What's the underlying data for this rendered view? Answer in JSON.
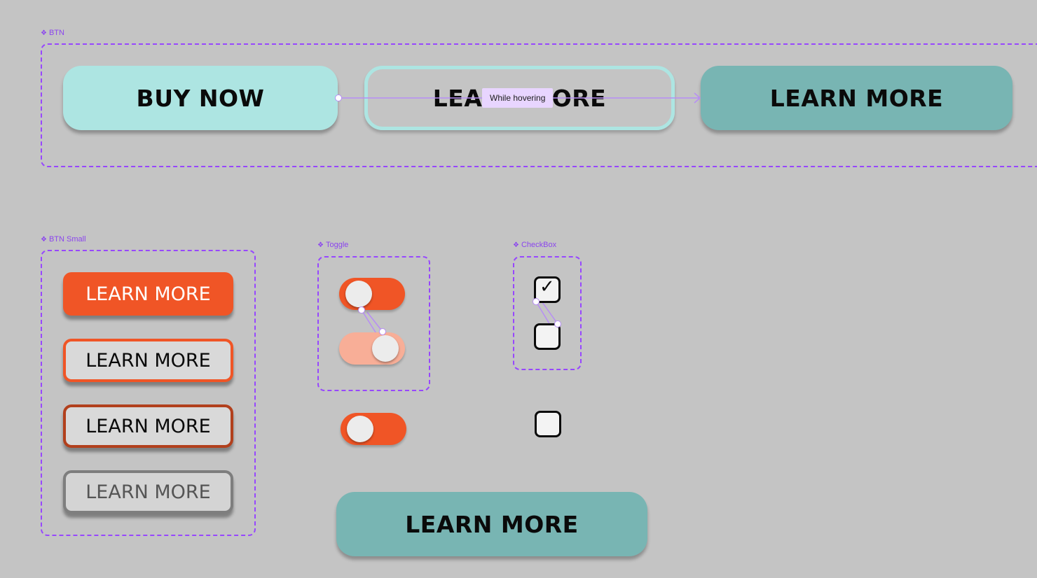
{
  "frames": {
    "btn": {
      "label": "BTN"
    },
    "btn_small": {
      "label": "BTN Small"
    },
    "toggle": {
      "label": "Toggle"
    },
    "checkbox": {
      "label": "CheckBox"
    }
  },
  "component_icon": "❖",
  "btn_variants": {
    "default_label": "BUY NOW",
    "hover_label": "LEARN MORE",
    "pressed_label": "LEARN MORE"
  },
  "prototype": {
    "interaction_label": "While hovering"
  },
  "btn_small_variants": [
    {
      "label": "LEARN MORE",
      "state": "default"
    },
    {
      "label": "LEARN MORE",
      "state": "outlined"
    },
    {
      "label": "LEARN MORE",
      "state": "pressed"
    },
    {
      "label": "LEARN MORE",
      "state": "disabled"
    }
  ],
  "standalone_button": {
    "label": "LEARN MORE"
  },
  "toggles": [
    {
      "state": "off"
    },
    {
      "state": "on"
    }
  ],
  "checkboxes": [
    {
      "state": "checked",
      "mark": "✓"
    },
    {
      "state": "unchecked"
    }
  ],
  "colors": {
    "canvas": "#c4c4c4",
    "frame_border": "#9747ff",
    "light_teal": "#ade5e2",
    "dark_teal": "#78b5b3",
    "orange": "#f05526",
    "orange_light": "#f8ae97",
    "dark_orange": "#b2401d",
    "disabled_gray": "#7e7e7e",
    "prototype_tag": "#e8d5ff"
  }
}
